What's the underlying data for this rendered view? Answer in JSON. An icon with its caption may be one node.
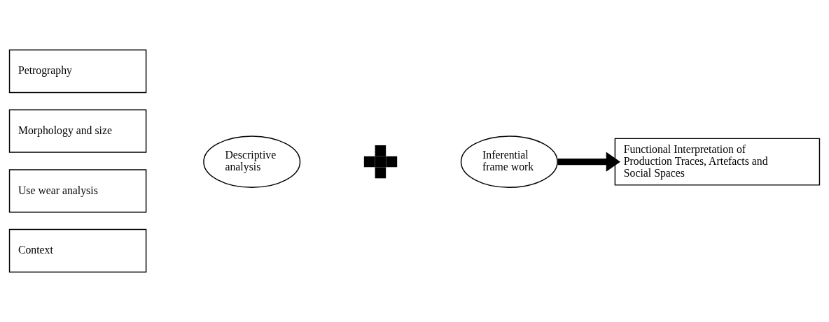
{
  "diagram": {
    "nodes": [
      {
        "text": [
          "Petrography"
        ]
      },
      {
        "text": [
          "Morphology and size"
        ]
      },
      {
        "text": [
          "Use wear analysis"
        ]
      },
      {
        "text": [
          "Context"
        ]
      },
      {
        "text": [
          "Descriptive analysis"
        ]
      },
      {
        "text": [],
        "shape": "plus"
      },
      {
        "text": [
          "Inferential frame work"
        ]
      },
      {
        "text": [
          "Functional Interpretation of Production Traces, Artefacts and Social Spaces"
        ]
      }
    ],
    "edges": [
      {
        "from": 6,
        "to": 7,
        "arrow": "to"
      }
    ]
  }
}
